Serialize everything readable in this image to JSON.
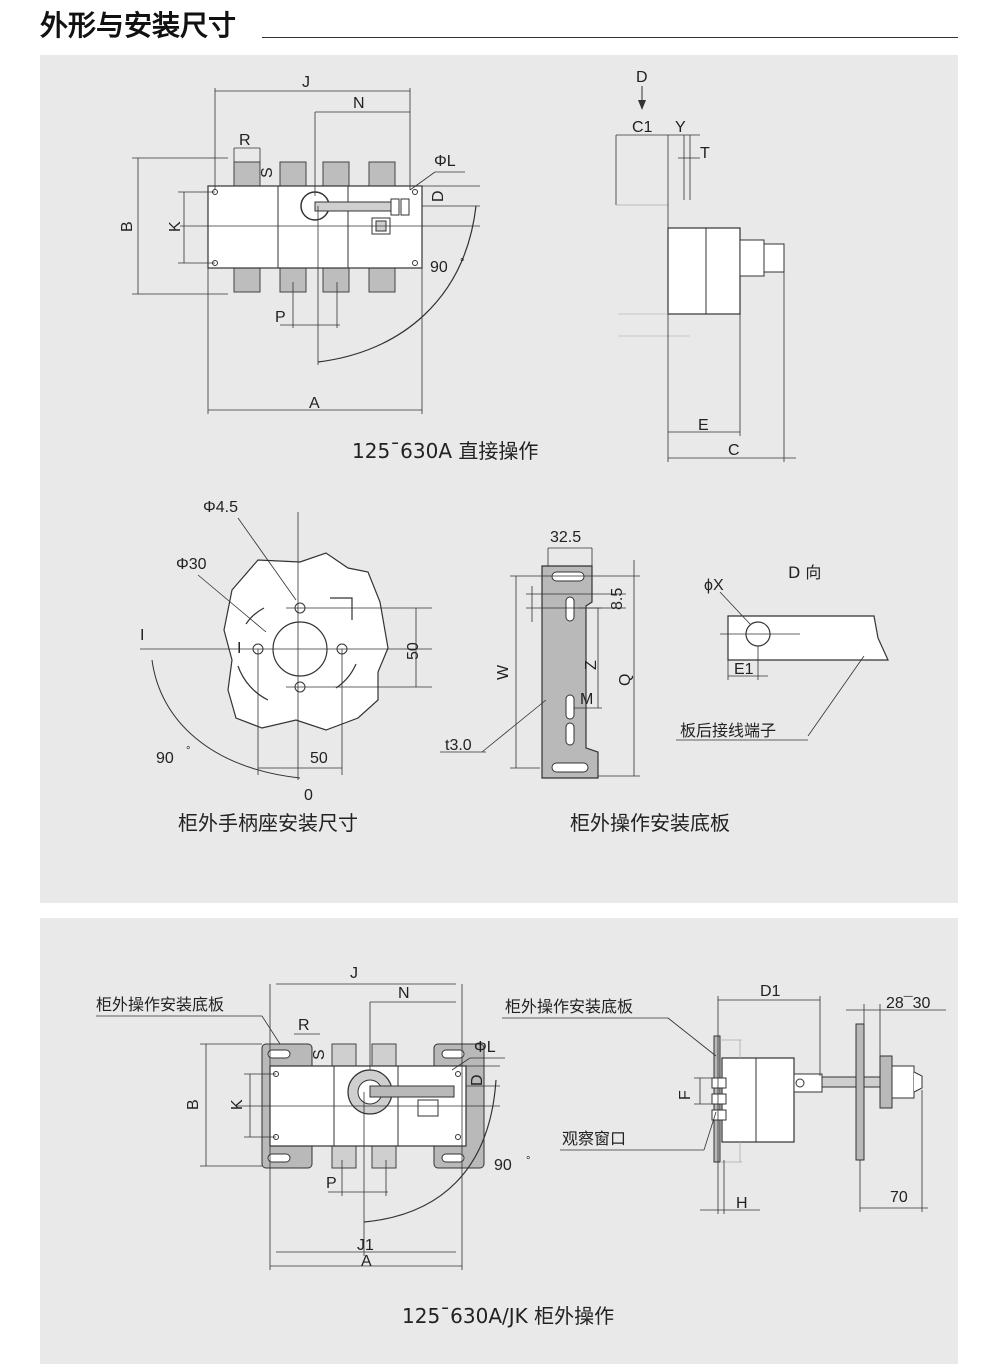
{
  "page": {
    "title": "外形与安装尺寸"
  },
  "diagram1": {
    "caption": "125¯630A 直接操作",
    "labels": {
      "J": "J",
      "N": "N",
      "R": "R",
      "S": "S",
      "phiL": "ΦL",
      "D": "D",
      "B": "B",
      "K": "K",
      "angle90": "90",
      "P": "P",
      "A": "A"
    }
  },
  "diagram1_side": {
    "labels": {
      "D": "D",
      "C1": "C1",
      "Y": "Y",
      "T": "T",
      "E": "E",
      "C": "C"
    }
  },
  "diagram2": {
    "caption": "柜外手柄座安装尺寸",
    "labels": {
      "phi45": "Φ4.5",
      "phi30": "Φ30",
      "dim50v": "50",
      "angle90": "90",
      "dim50h": "50",
      "zero": "0",
      "tick": "I"
    }
  },
  "diagram3": {
    "caption": "柜外操作安装底板",
    "labels": {
      "w325": "32.5",
      "h85": "8.5",
      "W": "W",
      "Z": "Z",
      "Q": "Q",
      "M": "M",
      "t30": "t3.0"
    }
  },
  "diagram4": {
    "labels": {
      "dir": "D 向",
      "phiX": "ϕX",
      "E1": "E1",
      "terminal": "板后接线端子"
    }
  },
  "diagram5": {
    "caption": "125¯630A/JK 柜外操作",
    "labels": {
      "plate": "柜外操作安装底板",
      "J": "J",
      "N": "N",
      "R": "R",
      "S": "S",
      "phiL": "ΦL",
      "D": "D",
      "B": "B",
      "K": "K",
      "angle90": "90",
      "P": "P",
      "J1": "J1",
      "A": "A"
    }
  },
  "diagram6": {
    "labels": {
      "plate": "柜外操作安装底板",
      "D1": "D1",
      "dim2830": "28¯30",
      "F": "F",
      "window": "观察窗口",
      "H": "H",
      "dim70": "70"
    }
  }
}
